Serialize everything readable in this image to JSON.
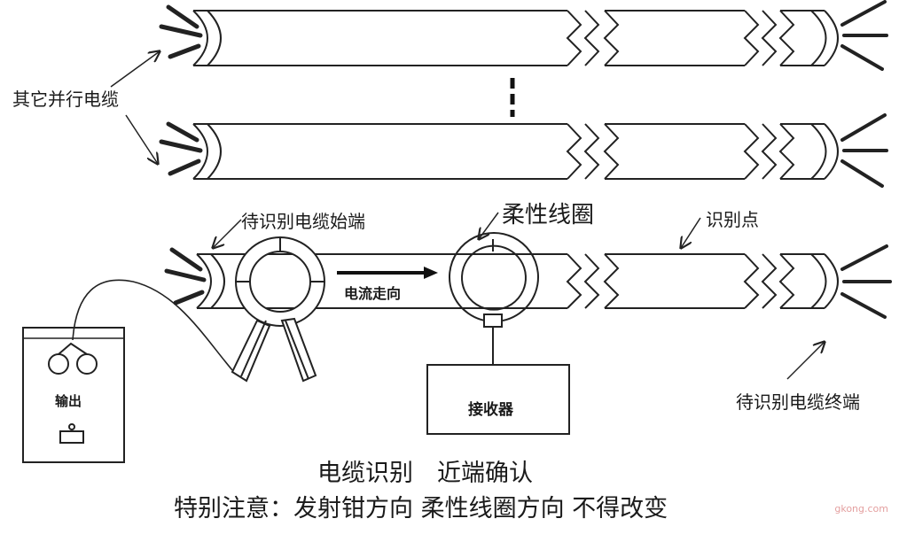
{
  "labels": {
    "other_cables": "其它并行电缆",
    "cable_start": "待识别电缆始端",
    "flexible_coil": "柔性线圈",
    "identify_point": "识别点",
    "current_direction": "电流走向",
    "receiver": "接收器",
    "output": "输出",
    "cable_end": "待识别电缆终端",
    "caption_line1": "电缆识别　近端确认",
    "caption_line2": "特别注意：发射钳方向 柔性线圈方向 不得改变"
  },
  "watermark": "gkong.com",
  "colors": {
    "line": "#1a1a1a",
    "cable_fill": "#ffffff",
    "background": "#ffffff"
  }
}
